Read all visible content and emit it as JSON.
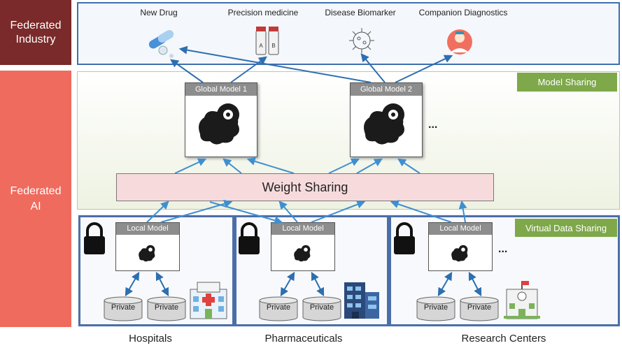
{
  "sidebar": {
    "industry_label": "Federated\nIndustry",
    "ai_label": "Federated\nAI"
  },
  "industry": {
    "items": [
      {
        "label": "New Drug",
        "icon": "pills-icon"
      },
      {
        "label": "Precision medicine",
        "icon": "vials-icon"
      },
      {
        "label": "Disease Biomarker",
        "icon": "virus-icon"
      },
      {
        "label": "Companion Diagnostics",
        "icon": "doctor-icon"
      }
    ]
  },
  "model_sharing": {
    "tag": "Model Sharing",
    "global_models": [
      "Global Model 1",
      "Global Model 2"
    ],
    "ellipsis": "..."
  },
  "weight_sharing": {
    "label": "Weight Sharing"
  },
  "virtual_data_sharing": {
    "tag": "Virtual Data Sharing",
    "organizations": [
      {
        "name": "Hospitals",
        "local_model": "Local Model",
        "databases": [
          "Private",
          "Private"
        ],
        "icon": "hospital-icon"
      },
      {
        "name": "Pharmaceuticals",
        "local_model": "Local Model",
        "databases": [
          "Private",
          "Private"
        ],
        "icon": "office-building-icon"
      },
      {
        "name": "Research Centers",
        "local_model": "Local Model",
        "databases": [
          "Private",
          "Private"
        ],
        "icon": "research-building-icon"
      }
    ],
    "ellipsis": "..."
  },
  "colors": {
    "industry_side": "#7a2a2a",
    "ai_side": "#ef6b5e",
    "tag_green": "#7ea84a",
    "border_blue": "#4a6fa8",
    "arrow_blue": "#3f8fd0",
    "weight_pink": "#f7dbdc"
  }
}
